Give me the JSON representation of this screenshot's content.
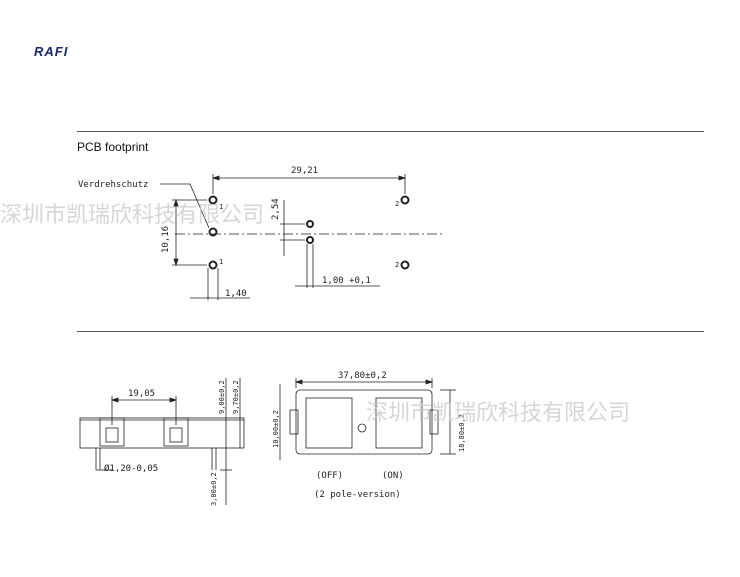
{
  "header": {
    "logo": "RAFI"
  },
  "section": {
    "title": "PCB footprint"
  },
  "footprint": {
    "label_verdrehschutz": "Verdrehschutz",
    "dim_width": "29,21",
    "dim_pitch_v": "10,16",
    "dim_small_v": "2,54",
    "dim_pitch_h": "1,40",
    "dim_hole": "1,00 +0,1",
    "pin_labels": [
      "1",
      "1",
      "2",
      "2"
    ]
  },
  "views": {
    "side_dim_spacing": "19,05",
    "side_dim_h1": "9,00±0,2",
    "side_dim_h2": "9,70±0,2",
    "side_dim_pin_dia": "Ø1,20-0,05",
    "side_dim_pin_len": "3,00±0,2",
    "front_dim_width": "37,80±0,2",
    "front_dim_height_left": "10,00±0,2",
    "front_dim_height_right": "18,80±0,2",
    "off_label": "(OFF)",
    "on_label": "(ON)",
    "version_label": "(2 pole-version)"
  },
  "watermark": {
    "text": "深圳市凯瑞欣科技有限公司"
  },
  "colors": {
    "logo": "#1a2a6c",
    "line": "#222222",
    "watermark": "#c9c9c9"
  }
}
